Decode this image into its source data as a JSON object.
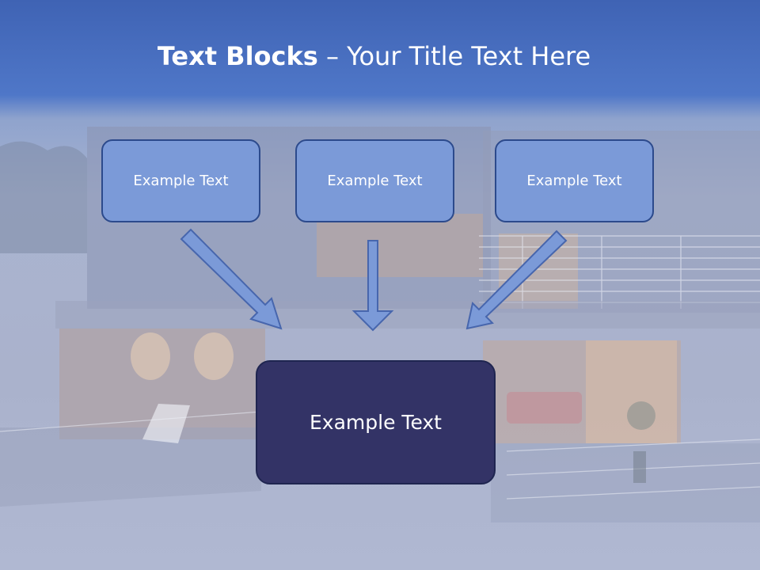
{
  "title": {
    "bold": "Text Blocks",
    "rest": " – Your Title Text Here"
  },
  "boxes": [
    {
      "label": "Example Text"
    },
    {
      "label": "Example Text"
    },
    {
      "label": "Example Text"
    }
  ],
  "main_box": {
    "label": "Example Text"
  },
  "colors": {
    "header_blue": "#4f77c8",
    "box_fill": "#7b9ad8",
    "box_border": "#2c4a8c",
    "main_fill": "#333366"
  }
}
